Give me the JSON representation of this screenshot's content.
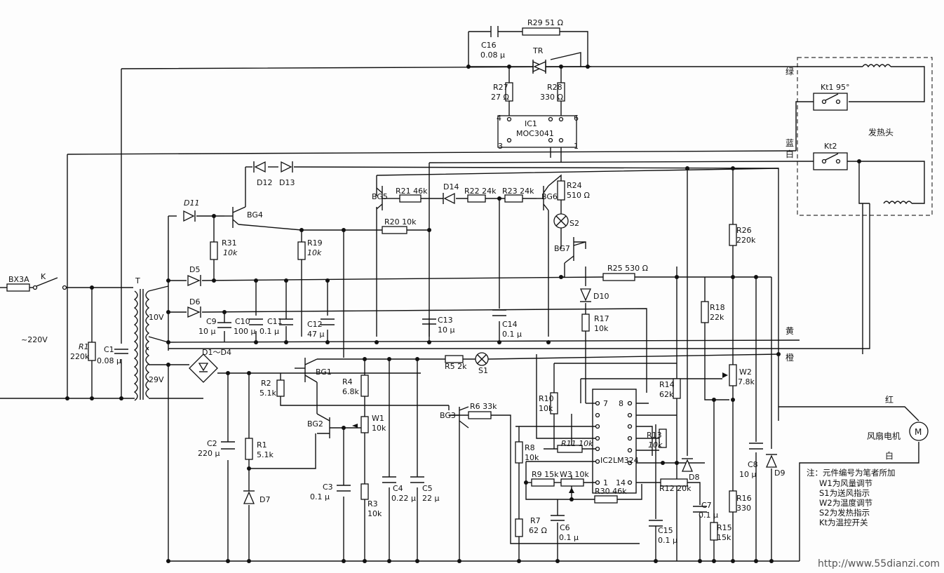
{
  "transformer": {
    "label": "T",
    "w1": "10V",
    "w2": "29V"
  },
  "mains": {
    "fuse": "BX3A",
    "switch": "K",
    "voltage": "~220V",
    "r": "R1",
    "rv": "220k",
    "c": "C1",
    "cv": "0.08 μ"
  },
  "bridge": "D1～D4",
  "components": {
    "c16": "C16",
    "c16v": "0.08 μ",
    "r29": "R29  51 Ω",
    "tr": "TR",
    "r27": "R27",
    "r27v": "27 Ω",
    "r28": "R28",
    "r28v": "330 Ω",
    "ic1": "IC1",
    "ic1p": "MOC3041",
    "ic1_4": "4",
    "ic1_6": "6",
    "ic1_3": "3",
    "ic1_1": "1",
    "d11": "D11",
    "bg4": "BG4",
    "d12": "D12",
    "d13": "D13",
    "r31": "R31",
    "r31v": "10k",
    "r19": "R19",
    "r19v": "10k",
    "d5": "D5",
    "d6": "D6",
    "c9": "C9",
    "c9v": "10 μ",
    "c10": "C10",
    "c10v": "100 μ",
    "c11": "C11",
    "c11v": "0.1 μ",
    "c12": "C12",
    "c12v": "47 μ",
    "bg5": "BG5",
    "r21": "R21  46k",
    "d14": "D14",
    "r22": "R22  24k",
    "r23": "R23  24k",
    "bg6": "BG6",
    "r24": "R24",
    "r24v": "510 Ω",
    "r20": "R20  10k",
    "s2": "S2",
    "bg7": "BG7",
    "r25": "R25  530 Ω",
    "d10": "D10",
    "r17": "R17",
    "r17v": "10k",
    "c13": "C13",
    "c13v": "10 μ",
    "c14": "C14",
    "c14v": "0.1 μ",
    "r26": "R26",
    "r26v": "220k",
    "r18": "R18",
    "r18v": "22k",
    "r5": "R5  2k",
    "s1": "S1",
    "bg1": "BG1",
    "r2": "R2",
    "r2v": "5.1k",
    "r4": "R4",
    "r4v": "6.8k",
    "w1": "W1",
    "w1v": "10k",
    "bg2": "BG2",
    "bg3": "BG3",
    "r6": "R6  33k",
    "r1b": "R1",
    "r1bv": "5.1k",
    "c2": "C2",
    "c2v": "220 μ",
    "d7": "D7",
    "c3": "C3",
    "c3v": "0.1 μ",
    "r3": "R3",
    "r3v": "10k",
    "c4": "C4",
    "c4v": "0.22 μ",
    "c5": "C5",
    "c5v": "22 μ",
    "r10": "R10",
    "r10v": "10k",
    "r8": "R8",
    "r8v": "10k",
    "r11": "R11  10k",
    "ic2": "IC2",
    "lm": "LM324",
    "r9": "R9  15k",
    "w3": "W3  10k",
    "r30": "R30  46k",
    "r7": "R7",
    "r7v": "62 Ω",
    "c6": "C6",
    "c6v": "0.1 μ",
    "r14": "R14",
    "r14v": "62k",
    "r13": "R13",
    "r13v": "10k",
    "d8": "D8",
    "r12": "R12  20k",
    "c7": "C7",
    "c7v": "0.1 μ",
    "c15": "C15",
    "c15v": "0.1 μ",
    "r15": "R15",
    "r15v": "15k",
    "r16": "R16",
    "r16v": "330",
    "w2": "W2",
    "w2v": "7.8k",
    "c8": "C8",
    "c8v": "10 μ",
    "d9": "D9",
    "p7": "7",
    "p8": "8",
    "p1": "1",
    "p14": "14"
  },
  "heater": {
    "kt1": "Kt1  95°",
    "kt2": "Kt2",
    "title": "发热头"
  },
  "wires": {
    "green": "绿",
    "blue": "蓝",
    "white1": "白",
    "yellow": "黄",
    "orange": "橙",
    "red": "红",
    "white2": "白"
  },
  "fan": {
    "label": "风扇电机",
    "m": "M"
  },
  "notes": [
    "注：元件编号为笔者所加",
    "W1为风量调节",
    "S1为送风指示",
    "W2为温度调节",
    "S2为发热指示",
    "Kt为温控开关"
  ],
  "watermark": "http://www.55dianzi.com"
}
